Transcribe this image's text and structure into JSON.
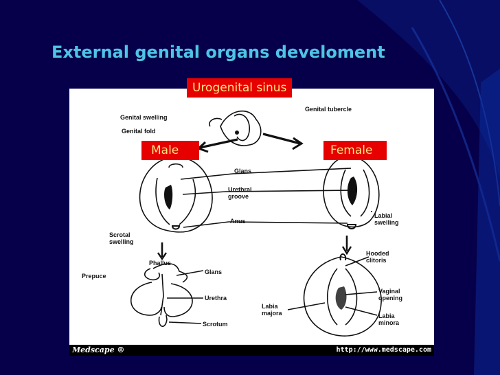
{
  "slide": {
    "title": "External genital organs develoment",
    "background": "#06004a",
    "accent": "#4fc3e8"
  },
  "callouts": {
    "urogenital_sinus": "Urogenital sinus",
    "male": "Male",
    "female": "Female",
    "color": "#e60000",
    "text_color": "#ffe680"
  },
  "figure_labels": {
    "genital_swelling": "Genital swelling",
    "genital_fold": "Genital fold",
    "genital_tubercle": "Genital tubercle",
    "glans_top": "Glans",
    "urethral_groove": "Urethral\ngroove",
    "anus": "Anus",
    "scrotal_swelling": "Scrotal\nswelling",
    "labial_swelling": "Labial\nswelling",
    "phallus": "Phallus",
    "prepuce": "Prepuce",
    "glans_bottom": "Glans",
    "urethra": "Urethra",
    "scrotum": "Scrotum",
    "hooded_clitoris": "Hooded\nclitoris",
    "vaginal_opening": "Vaginal\nopening",
    "labia_majora": "Labia\nmajora",
    "labia_minora": "Labia\nminora"
  },
  "footer": {
    "brand": "Medscape ®",
    "url": "http://www.medscape.com"
  }
}
